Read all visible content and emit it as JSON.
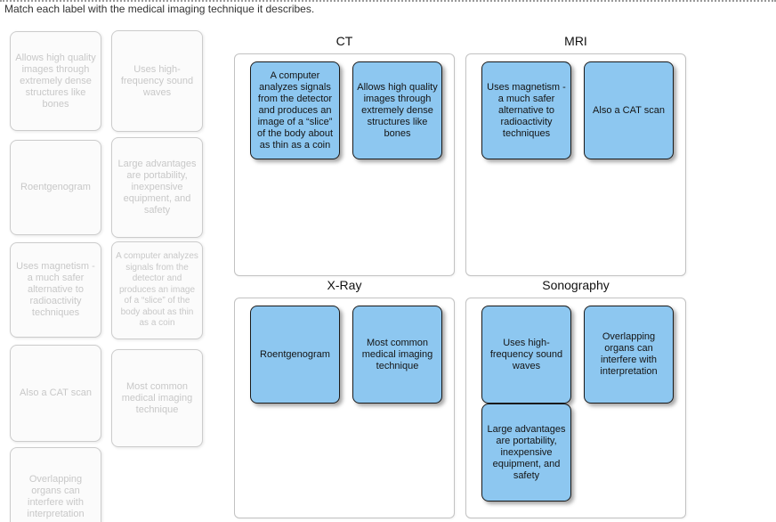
{
  "instruction": "Match each label with the medical imaging technique it describes.",
  "pool": {
    "items": [
      "Allows high quality images through extremely dense structures like bones",
      "Uses high-frequency sound waves",
      "Roentgenogram",
      "Large advantages are portability, inexpensive equipment, and safety",
      "Uses magnetism - a much safer alternative to radioactivity techniques",
      "A computer analyzes signals from the detector and produces an image of a “slice” of the body about as thin as a coin",
      "Also a CAT scan",
      "Most common medical imaging technique",
      "Overlapping organs can interfere with interpretation"
    ]
  },
  "categories": [
    {
      "title": "CT",
      "cards": [
        "A computer analyzes signals from the detector and produces an image of a “slice” of the body about as thin as a coin",
        "Allows high quality images through extremely dense structures like bones"
      ]
    },
    {
      "title": "MRI",
      "cards": [
        "Uses magnetism - a much safer alternative to radioactivity techniques",
        "Also a CAT scan"
      ]
    },
    {
      "title": "X-Ray",
      "cards": [
        "Roentgenogram",
        "Most common medical imaging technique"
      ]
    },
    {
      "title": "Sonography",
      "cards": [
        "Uses high-frequency sound waves",
        "Overlapping organs can interfere with interpretation",
        "Large advantages are portability, inexpensive equipment, and safety"
      ]
    }
  ],
  "colors": {
    "matched_card_fill": "#8dc7f0",
    "matched_card_border": "#1a1a1a",
    "panel_border": "#c2c2c2",
    "used_label_text": "#c8c8c8",
    "used_label_border": "#cccccc"
  }
}
